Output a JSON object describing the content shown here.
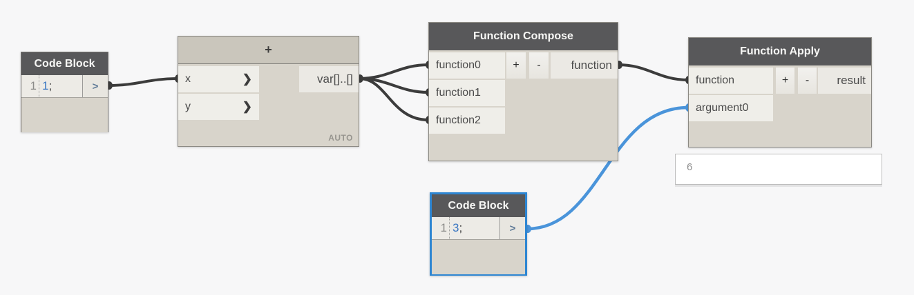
{
  "colors": {
    "wire_dark": "#3c3c3c",
    "wire_blue": "#4a94da",
    "selection_blue": "#2e86d2",
    "header_dark": "#58585a",
    "node_body": "#d8d4cb",
    "port_background": "#efeee9"
  },
  "nodes": {
    "code_block_1": {
      "title": "Code Block",
      "line_number": "1",
      "code": "1",
      "semicolon": ";",
      "output_label": ">"
    },
    "plus_node": {
      "title": "+",
      "input_x": "x",
      "input_y": "y",
      "port_chevron": "❯",
      "output_label": "var[]..[]",
      "lacing": "AUTO"
    },
    "function_compose": {
      "title": "Function Compose",
      "input_0": "function0",
      "input_1": "function1",
      "input_2": "function2",
      "add_label": "+",
      "remove_label": "-",
      "output_label": "function"
    },
    "function_apply": {
      "title": "Function Apply",
      "input_0": "function",
      "input_1": "argument0",
      "add_label": "+",
      "remove_label": "-",
      "output_label": "result"
    },
    "code_block_2": {
      "title": "Code Block",
      "line_number": "1",
      "code": "3",
      "semicolon": ";",
      "output_label": ">"
    },
    "preview_bubble": {
      "value": "6"
    }
  }
}
